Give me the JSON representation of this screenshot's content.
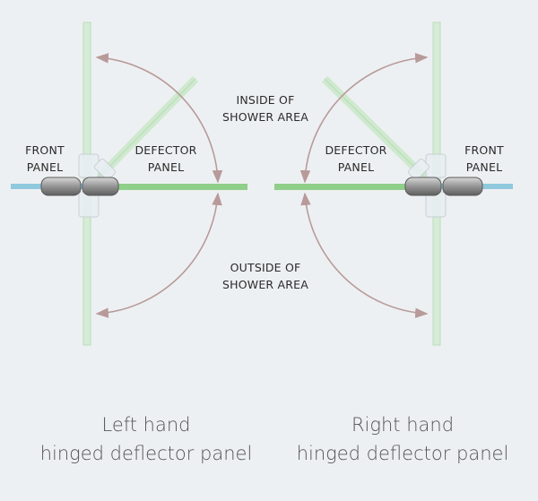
{
  "left": {
    "front_panel": [
      "FRONT",
      "PANEL"
    ],
    "deflector_panel": [
      "DEFECTOR",
      "PANEL"
    ],
    "caption": [
      "Left hand",
      "hinged deflector panel"
    ]
  },
  "right": {
    "front_panel": [
      "FRONT",
      "PANEL"
    ],
    "deflector_panel": [
      "DEFECTOR",
      "PANEL"
    ],
    "caption": [
      "Right hand",
      "hinged deflector panel"
    ]
  },
  "inside_label": [
    "INSIDE OF",
    "SHOWER AREA"
  ],
  "outside_label": [
    "OUTSIDE OF",
    "SHOWER AREA"
  ],
  "colors": {
    "background": "#edf0f2",
    "glass_green": "#cfe9cf",
    "glass_deflector": "#9fd49a",
    "front_panel_blue": "#8fc9de",
    "arrow": "#b89a9a",
    "hinge": "#8e8e8e"
  }
}
